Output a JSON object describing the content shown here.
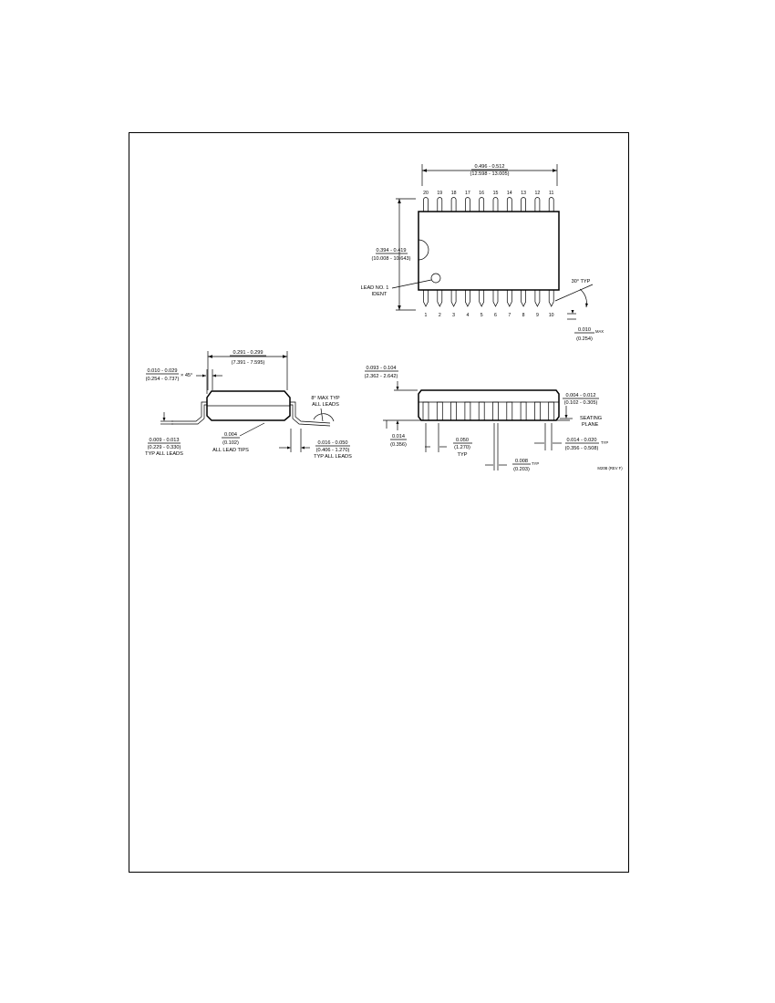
{
  "top_view": {
    "width_inch": "0.496 - 0.512",
    "width_mm": "(12.598 - 13.005)",
    "height_inch": "0.394 - 0.419",
    "height_mm": "(10.008 - 10.643)",
    "lead_ident_line1": "LEAD NO. 1",
    "lead_ident_line2": "IDENT",
    "angle": "30° TYP",
    "max_inch": "0.010",
    "max_suffix": "MAX",
    "max_mm": "(0.254)",
    "top_pins": [
      "20",
      "19",
      "18",
      "17",
      "16",
      "15",
      "14",
      "13",
      "12",
      "11"
    ],
    "bottom_pins": [
      "1",
      "2",
      "3",
      "4",
      "5",
      "6",
      "7",
      "8",
      "9",
      "10"
    ]
  },
  "end_view": {
    "width_inch": "0.291 - 0.299",
    "width_mm": "(7.391 - 7.595)",
    "chamfer_inch": "0.010 - 0.029",
    "chamfer_mm": "(0.254 - 0.737)",
    "chamfer_suffix": "× 45°",
    "angle_line1": "8° MAX TYP",
    "angle_line2": "ALL LEADS",
    "lead_thk_inch": "0.009 - 0.013",
    "lead_thk_mm": "(0.229 - 0.330)",
    "lead_thk_note": "TYP ALL LEADS",
    "coplanarity_inch": "0.004",
    "coplanarity_mm": "(0.102)",
    "coplanarity_note": "ALL LEAD TIPS",
    "foot_inch": "0.016 - 0.050",
    "foot_mm": "(0.406 - 1.270)",
    "foot_note": "TYP ALL LEADS"
  },
  "side_view": {
    "height_inch": "0.093 - 0.104",
    "height_mm": "(2.362 - 2.642)",
    "standoff_inch": "0.004 - 0.012",
    "standoff_mm": "(0.102 - 0.305)",
    "seating_line1": "SEATING",
    "seating_line2": "PLANE",
    "h014_inch": "0.014",
    "h014_mm": "(0.356)",
    "pitch_inch": "0.050",
    "pitch_mm": "(1.270)",
    "pitch_note": "TYP",
    "lw_inch": "0.014 - 0.020",
    "lw_mm": "(0.356 - 0.508)",
    "lw_suffix": "TYP",
    "l008_inch": "0.008",
    "l008_suffix": "TYP",
    "l008_mm": "(0.203)",
    "drawing_id": "M20B (REV F)"
  }
}
